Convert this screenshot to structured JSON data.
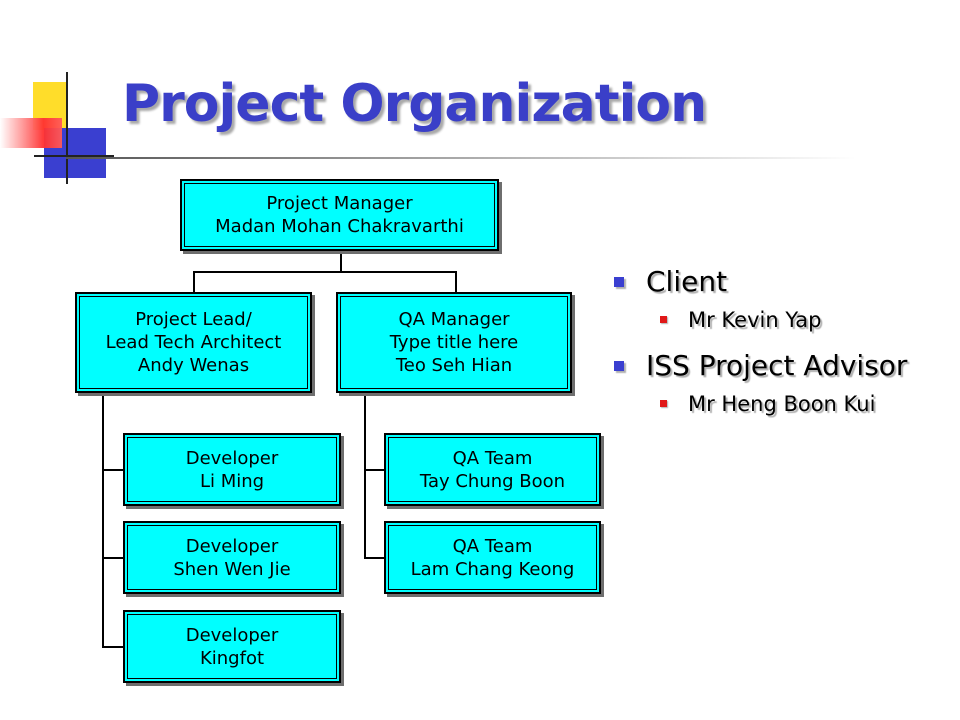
{
  "slide": {
    "title": "Project Organization"
  },
  "org_chart": {
    "project_manager": {
      "line1": "Project Manager",
      "line2": "Madan Mohan Chakravarthi"
    },
    "project_lead": {
      "line1": "Project Lead/",
      "line2": "Lead Tech Architect",
      "line3": "Andy Wenas"
    },
    "qa_manager": {
      "line1": "QA Manager",
      "line2": "Type title here",
      "line3": "Teo Seh Hian"
    },
    "developers": [
      {
        "role": "Developer",
        "name": "Li Ming"
      },
      {
        "role": "Developer",
        "name": "Shen Wen Jie"
      },
      {
        "role": "Developer",
        "name": "Kingfot"
      }
    ],
    "qa_team": [
      {
        "role": "QA Team",
        "name": "Tay Chung Boon"
      },
      {
        "role": "QA Team",
        "name": "Lam Chang Keong"
      }
    ]
  },
  "bullets": [
    {
      "label": "Client",
      "sub": "Mr Kevin Yap"
    },
    {
      "label": "ISS Project Advisor",
      "sub": "Mr Heng Boon Kui"
    }
  ],
  "colors": {
    "title": "#3a3fc8",
    "box_fill": "#00ffff",
    "bullet_level1": "#3a3fd0",
    "bullet_level2": "#e01818"
  }
}
